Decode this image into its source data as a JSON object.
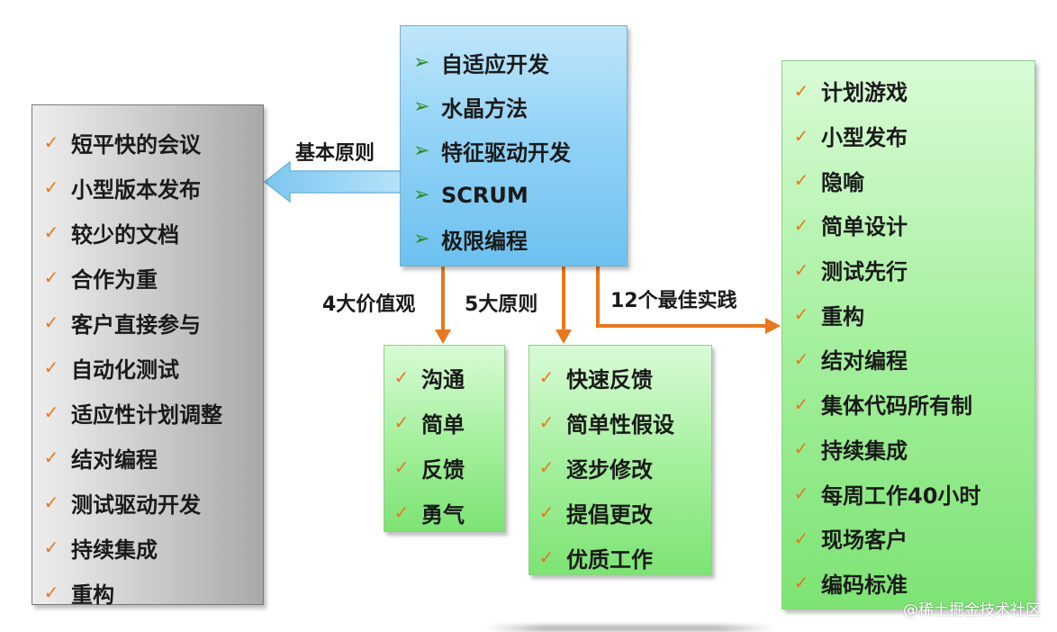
{
  "colors": {
    "check_mark": "#e8781c",
    "arrow_mark": "#2f8a2f",
    "connector": "#e8781c",
    "big_arrow": "#8fd0f3"
  },
  "icons": {
    "check": "✓",
    "arrow": "➢"
  },
  "methods": {
    "items": [
      "自适应开发",
      "水晶方法",
      "特征驱动开发",
      "SCRUM",
      "极限编程"
    ]
  },
  "basic_principles": {
    "label": "基本原则",
    "items": [
      "短平快的会议",
      "小型版本发布",
      "较少的文档",
      "合作为重",
      "客户直接参与",
      "自动化测试",
      "适应性计划调整",
      "结对编程",
      "测试驱动开发",
      "持续集成",
      "重构"
    ]
  },
  "values": {
    "label": "4大价值观",
    "items": [
      "沟通",
      "简单",
      "反馈",
      "勇气"
    ]
  },
  "principles": {
    "label": "5大原则",
    "items": [
      "快速反馈",
      "简单性假设",
      "逐步修改",
      "提倡更改",
      "优质工作"
    ]
  },
  "practices": {
    "label": "12个最佳实践",
    "items": [
      "计划游戏",
      "小型发布",
      "隐喻",
      "简单设计",
      "测试先行",
      "重构",
      "结对编程",
      "集体代码所有制",
      "持续集成",
      "每周工作40小时",
      "现场客户",
      "编码标准"
    ]
  },
  "watermark": "@稀土掘金技术社区"
}
